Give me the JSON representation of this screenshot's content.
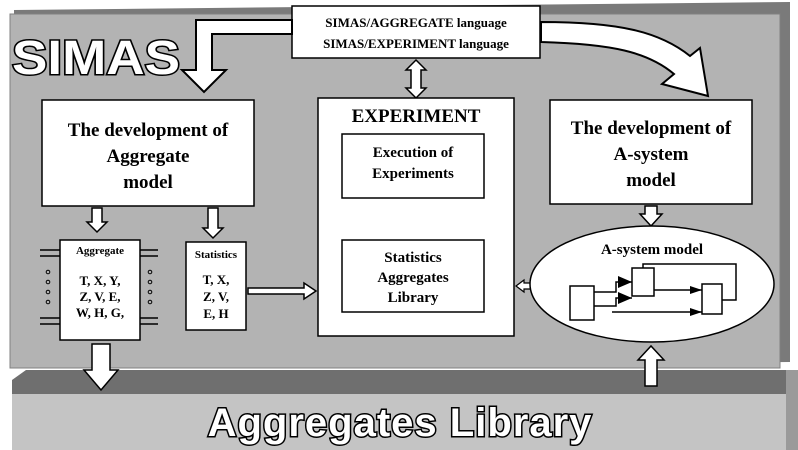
{
  "diagram": {
    "brand": "SIMAS",
    "languages": {
      "aggregate_language": "SIMAS/AGGREGATE language",
      "experiment_language": "SIMAS/EXPERIMENT language"
    },
    "aggregate_development": {
      "line1": "The development of",
      "line2": "Aggregate",
      "line3": "model"
    },
    "asystem_development": {
      "line1": "The development of",
      "line2": "A-system",
      "line3": "model"
    },
    "experiment": {
      "title": "EXPERIMENT",
      "execution": {
        "line1": "Execution of",
        "line2": "Experiments"
      },
      "library": {
        "line1": "Statistics",
        "line2": "Aggregates",
        "line3": "Library"
      }
    },
    "aggregate_box": {
      "title": "Aggregate",
      "line1": "T, X, Y,",
      "line2": "Z, V, E,",
      "line3": "W, H, G,"
    },
    "statistics_box": {
      "title": "Statistics",
      "line1": "T, X,",
      "line2": "Z, V,",
      "line3": "E, H"
    },
    "asystem_model": {
      "title": "A-system model"
    },
    "library_bar": {
      "label": "Aggregates Library"
    }
  }
}
